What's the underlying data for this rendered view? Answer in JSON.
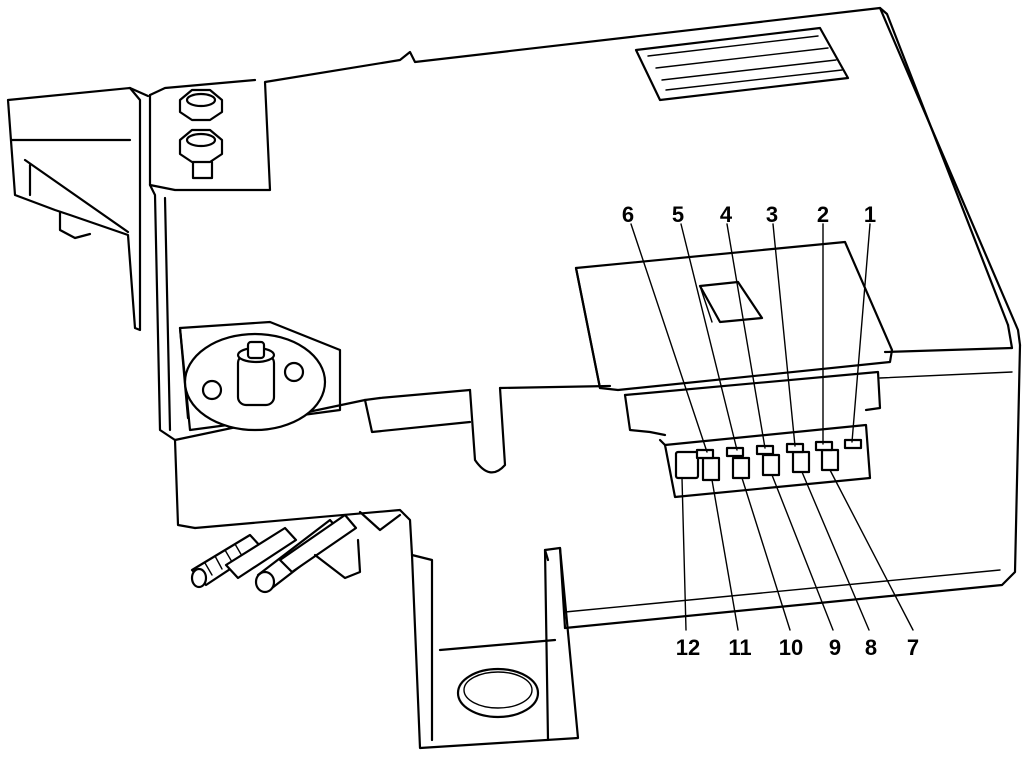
{
  "callouts_top": [
    {
      "label": "6",
      "pin": 6
    },
    {
      "label": "5",
      "pin": 5
    },
    {
      "label": "4",
      "pin": 4
    },
    {
      "label": "3",
      "pin": 3
    },
    {
      "label": "2",
      "pin": 2
    },
    {
      "label": "1",
      "pin": 1
    }
  ],
  "callouts_bottom": [
    {
      "label": "12",
      "pin": 12
    },
    {
      "label": "11",
      "pin": 11
    },
    {
      "label": "10",
      "pin": 10
    },
    {
      "label": "9",
      "pin": 9
    },
    {
      "label": "8",
      "pin": 8
    },
    {
      "label": "7",
      "pin": 7
    }
  ]
}
